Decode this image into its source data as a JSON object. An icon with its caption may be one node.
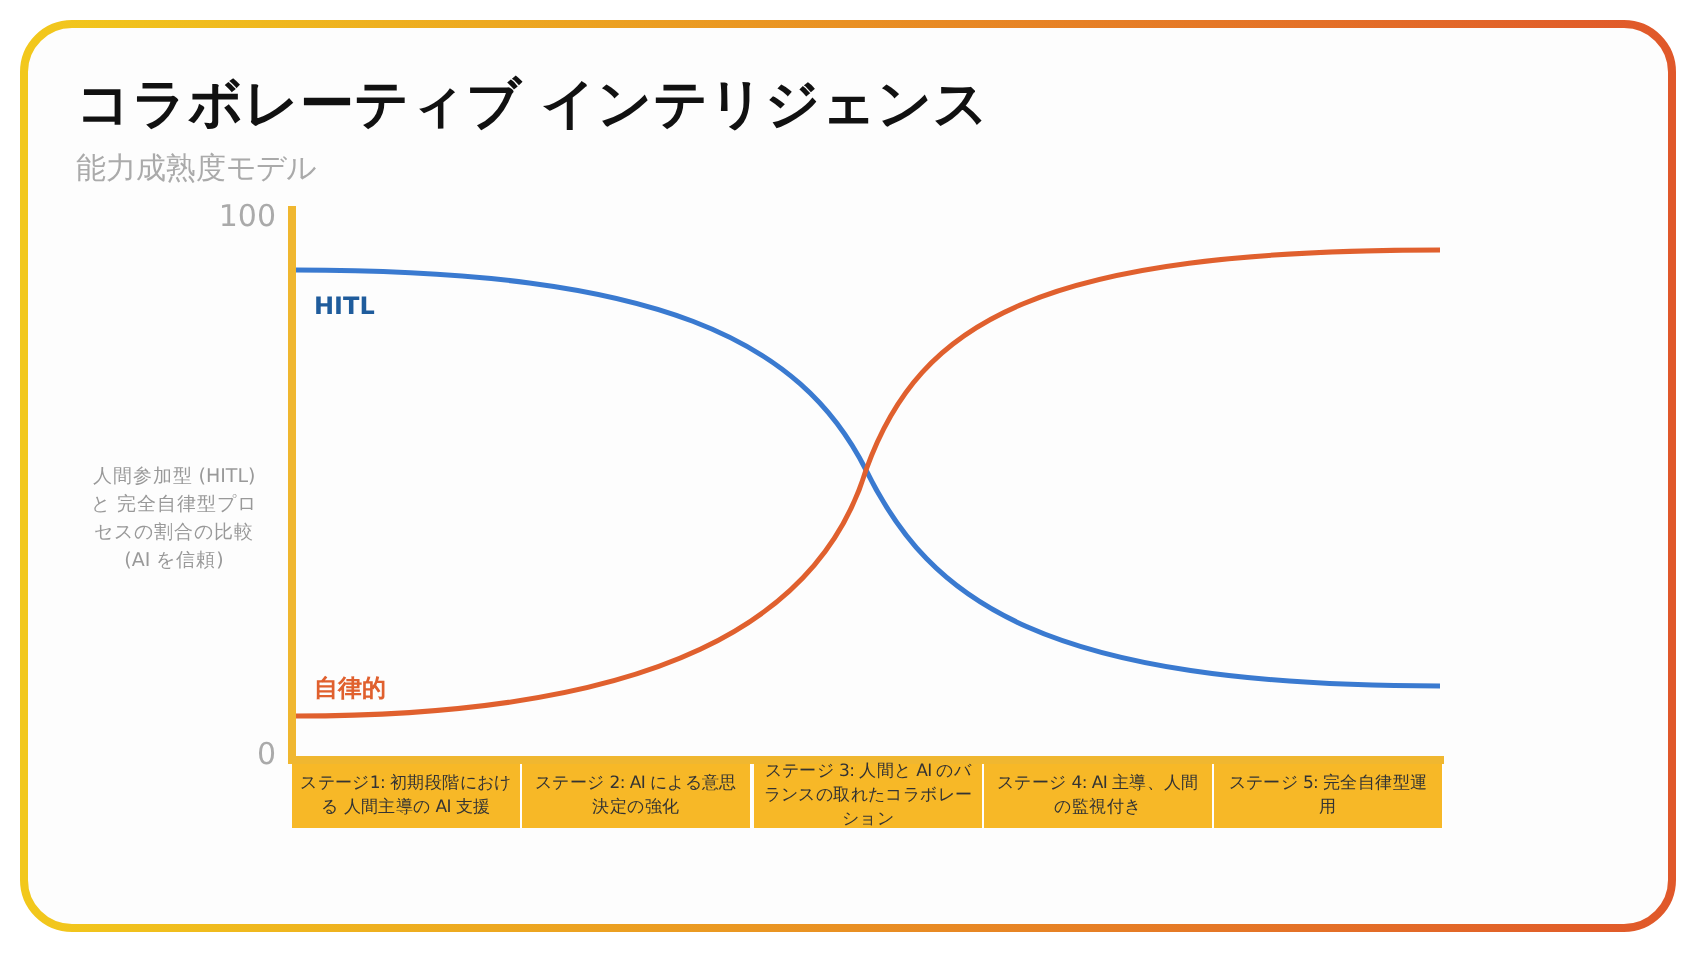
{
  "diagram": {
    "title": "コラボレーティブ インテリジェンス",
    "caption": "能力成熟度モデル",
    "nodes": [
      {
        "text": [
          "ステージ1: 初期段階における 人間主導の AI 支援"
        ]
      },
      {
        "text": [
          "ステージ 2: AI による意思決定の強化"
        ]
      },
      {
        "text": [
          "ステージ 3: 人間と AI のバランスの取れたコラボレーション"
        ]
      },
      {
        "text": [
          "ステージ 4: AI 主導、人間の監視付き"
        ]
      },
      {
        "text": [
          "ステージ 5: 完全自律型運用"
        ]
      }
    ],
    "edges": [],
    "labels": [
      "100",
      "HITL",
      "人間参加型 (HITL)と 完全自律型プロセスの割合の比較(AI を信頼)",
      "自律的",
      "0"
    ]
  }
}
